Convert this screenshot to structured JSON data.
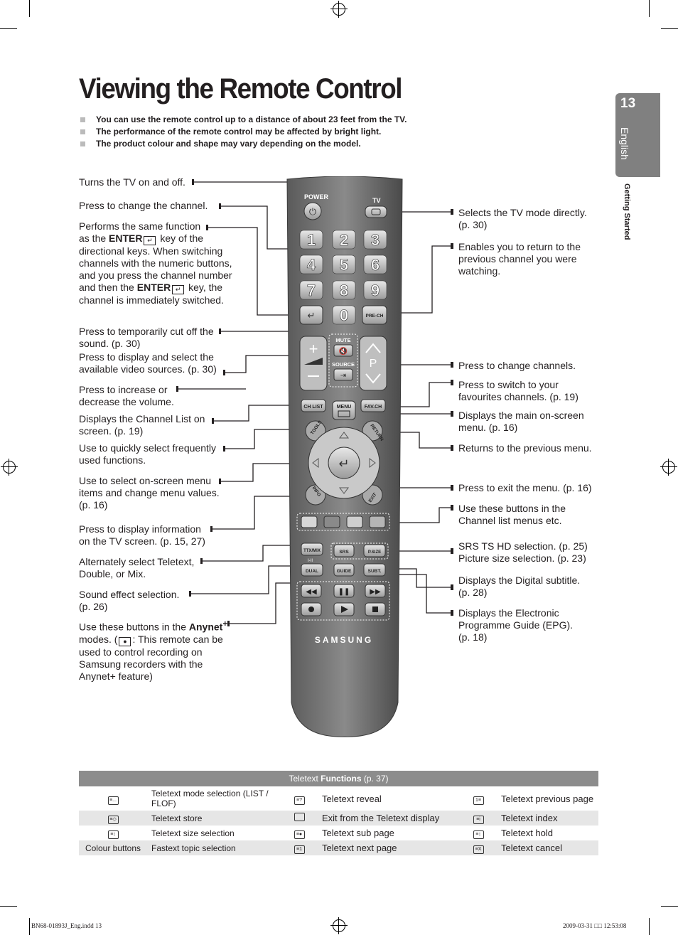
{
  "title": "Viewing the Remote Control",
  "notes": [
    "You can use the remote control up to a distance of about 23 feet from the TV.",
    "The performance of the remote control may be affected by bright light.",
    "The product colour and shape may vary depending on the model."
  ],
  "side_tab": {
    "page_number": "13",
    "language": "English",
    "section": "Getting Started"
  },
  "left_labels": {
    "power": "Turns the TV on and off.",
    "channel": "Press to change the channel.",
    "enter_1": "Performs the same function",
    "enter_2": "as the",
    "enter_key": "ENTER",
    "enter_3": "key of the directional keys. When switching channels with the numeric buttons, and you press the channel number and then the",
    "enter_4": "key, the channel is immediately switched.",
    "mute": "Press to temporarily cut off the sound. (p. 30)",
    "source": "Press to display and select the available video sources. (p. 30)",
    "volume": "Press to increase or decrease the volume.",
    "chlist": "Displays the Channel List on screen. (p. 19)",
    "tools": "Use to quickly select frequently used functions.",
    "menu_select": "Use to select on-screen menu items and change menu values. (p. 16)",
    "info": "Press to display information on the TV screen. (p. 15, 27)",
    "ttx": "Alternately select Teletext, Double, or Mix.",
    "dual": "Sound effect selection. (p. 26)",
    "anynet_1": "Use these buttons in the",
    "anynet_brand": "Anynet",
    "anynet_sup": "+",
    "anynet_2": "modes. (",
    "anynet_3": ": This remote can be used to control recording on Samsung recorders with the Anynet+ feature)"
  },
  "right_labels": {
    "tv": "Selects the TV mode directly. (p. 30)",
    "prech": "Enables you to return to the previous channel you were watching.",
    "p": "Press to change channels.",
    "favch": "Press to switch to your favourites channels. (p. 19)",
    "menu": "Displays the main on-screen menu. (p. 16)",
    "return": "Returns to the previous menu.",
    "exit": "Press to exit the menu. (p. 16)",
    "colour": "Use these buttons in the Channel list menus etc.",
    "srs": "SRS TS HD selection. (p. 25) Picture size selection. (p. 23)",
    "subt": "Displays the Digital subtitle. (p. 28)",
    "guide": "Displays the Electronic Programme Guide (EPG). (p. 18)"
  },
  "remote": {
    "power": "POWER",
    "tv": "TV",
    "prech": "PRE-CH",
    "mute": "MUTE",
    "source": "SOURCE",
    "p": "P",
    "chlist": "CH LIST",
    "menu": "MENU",
    "favch": "FAV.CH",
    "tools": "TOOLS",
    "return": "RETURN",
    "info": "INFO",
    "exit": "EXIT",
    "ttxmix": "TTX/MIX",
    "srs": "SRS",
    "psize": "P.SIZE",
    "i_ii": "I-II",
    "dual": "DUAL",
    "guide": "GUIDE",
    "subt": "SUBT.",
    "brand": "SAMSUNG",
    "digits": [
      "1",
      "2",
      "3",
      "4",
      "5",
      "6",
      "7",
      "8",
      "9",
      "0"
    ]
  },
  "teletext_table": {
    "header_prefix": "Teletext ",
    "header_bold": "Functions",
    "header_suffix": " (p. 37)",
    "rows": [
      {
        "c1_icon": "≡...",
        "c1": "Teletext mode selection (LIST / FLOF)",
        "c2_icon": "≡?",
        "c2": "Teletext reveal",
        "c3_icon": "1≡",
        "c3": "Teletext previous page"
      },
      {
        "c1_icon": "≡◇",
        "c1": "Teletext store",
        "c2_icon": "",
        "c2": "Exit from the Teletext display",
        "c3_icon": "≡i",
        "c3": "Teletext index"
      },
      {
        "c1_icon": "≡↕",
        "c1": "Teletext size selection",
        "c2_icon": "≡●",
        "c2": "Teletext sub page",
        "c3_icon": "≡↕",
        "c3": "Teletext hold"
      },
      {
        "c1_icon": "Colour buttons",
        "c1": "Fastext topic selection",
        "c2_icon": "≡1",
        "c2": "Teletext next page",
        "c3_icon": "≡X",
        "c3": "Teletext cancel"
      }
    ]
  },
  "footer": {
    "left": "BN68-01893J_Eng.indd   13",
    "right": "2009-03-31   □□ 12:53:08"
  }
}
